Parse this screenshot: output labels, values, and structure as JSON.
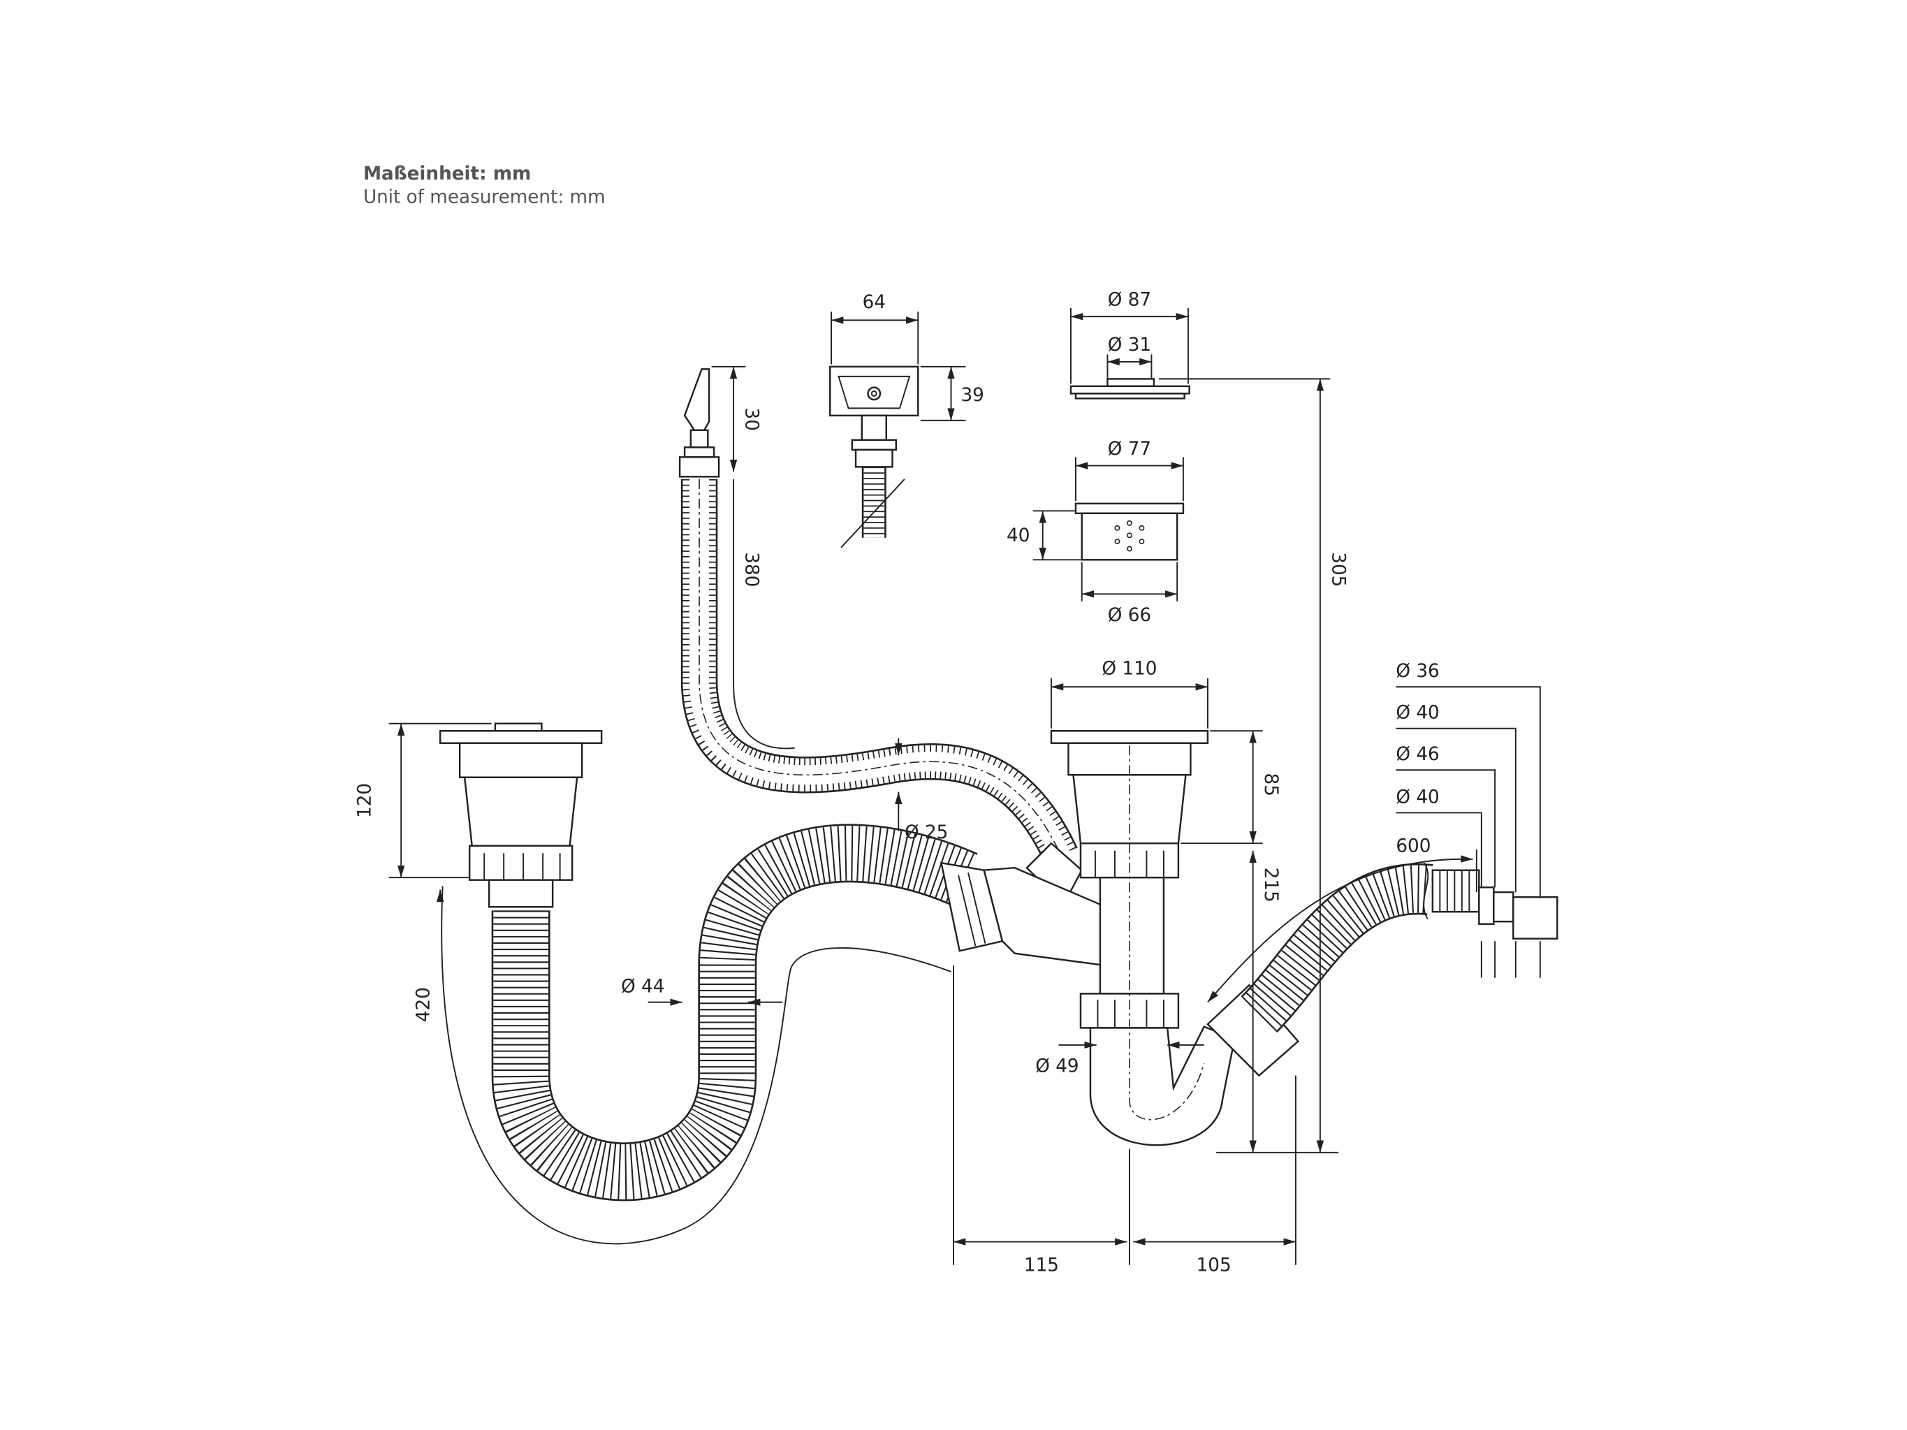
{
  "header": {
    "unit_de": "Maßeinheit: mm",
    "unit_en": "Unit of measurement: mm"
  },
  "dimensions": {
    "overflow_width": "64",
    "overflow_height": "39",
    "overflow_hose_top": "30",
    "overflow_hose_length": "380",
    "overflow_hose_dia": "Ø 25",
    "plug_dia_outer": "Ø 87",
    "plug_dia_inner": "Ø 31",
    "strainer_basket_top": "Ø 77",
    "strainer_basket_height": "40",
    "strainer_basket_bottom": "Ø 66",
    "total_height": "305",
    "main_strainer_dia": "Ø 110",
    "main_strainer_height": "85",
    "trap_height": "215",
    "outlet_dia_1": "Ø 36",
    "outlet_dia_2": "Ø 40",
    "outlet_dia_3": "Ø 46",
    "outlet_dia_4": "Ø 40",
    "outlet_hose_length": "600",
    "left_strainer_height": "120",
    "left_hose_length": "420",
    "connector_hose_dia": "Ø 44",
    "trap_pipe_dia": "Ø 49",
    "offset_left": "115",
    "offset_right": "105"
  },
  "colors": {
    "line": "#222222",
    "header": "#555555"
  }
}
